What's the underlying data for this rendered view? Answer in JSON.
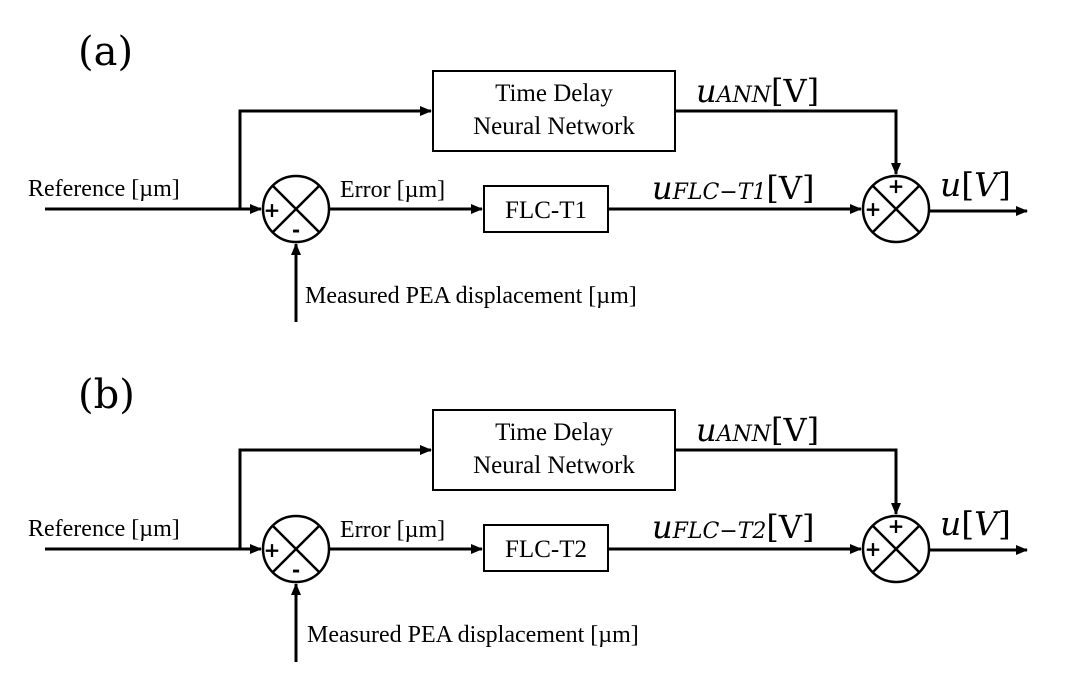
{
  "panels": [
    {
      "label": "(a)",
      "reference_label": "Reference [µm]",
      "error_label": "Error [µm]",
      "measured_label": "Measured PEA displacement [µm]",
      "tdnn_line1": "Time Delay",
      "tdnn_line2": "Neural Network",
      "flc_label": "FLC-T1",
      "u_ann": {
        "base": "u",
        "sub": "ANN",
        "unit": "[V]"
      },
      "u_flc": {
        "base": "u",
        "sub": "FLC−T1",
        "unit": "[V]"
      },
      "u_out": {
        "base": "u",
        "bracket_open": "[",
        "unit_var": "V",
        "bracket_close": "]"
      },
      "sum1_signs": {
        "plus": "+",
        "minus": "-"
      },
      "sum2_signs": {
        "plus_top": "+",
        "plus_left": "+"
      }
    },
    {
      "label": "(b)",
      "reference_label": "Reference [µm]",
      "error_label": "Error [µm]",
      "measured_label": "Measured PEA displacement [µm]",
      "tdnn_line1": "Time Delay",
      "tdnn_line2": "Neural Network",
      "flc_label": "FLC-T2",
      "u_ann": {
        "base": "u",
        "sub": "ANN",
        "unit": "[V]"
      },
      "u_flc": {
        "base": "u",
        "sub": "FLC−T2",
        "unit": "[V]"
      },
      "u_out": {
        "base": "u",
        "bracket_open": "[",
        "unit_var": "V",
        "bracket_close": "]"
      },
      "sum1_signs": {
        "plus": "+",
        "minus": "-"
      },
      "sum2_signs": {
        "plus_top": "+",
        "plus_left": "+"
      }
    }
  ]
}
